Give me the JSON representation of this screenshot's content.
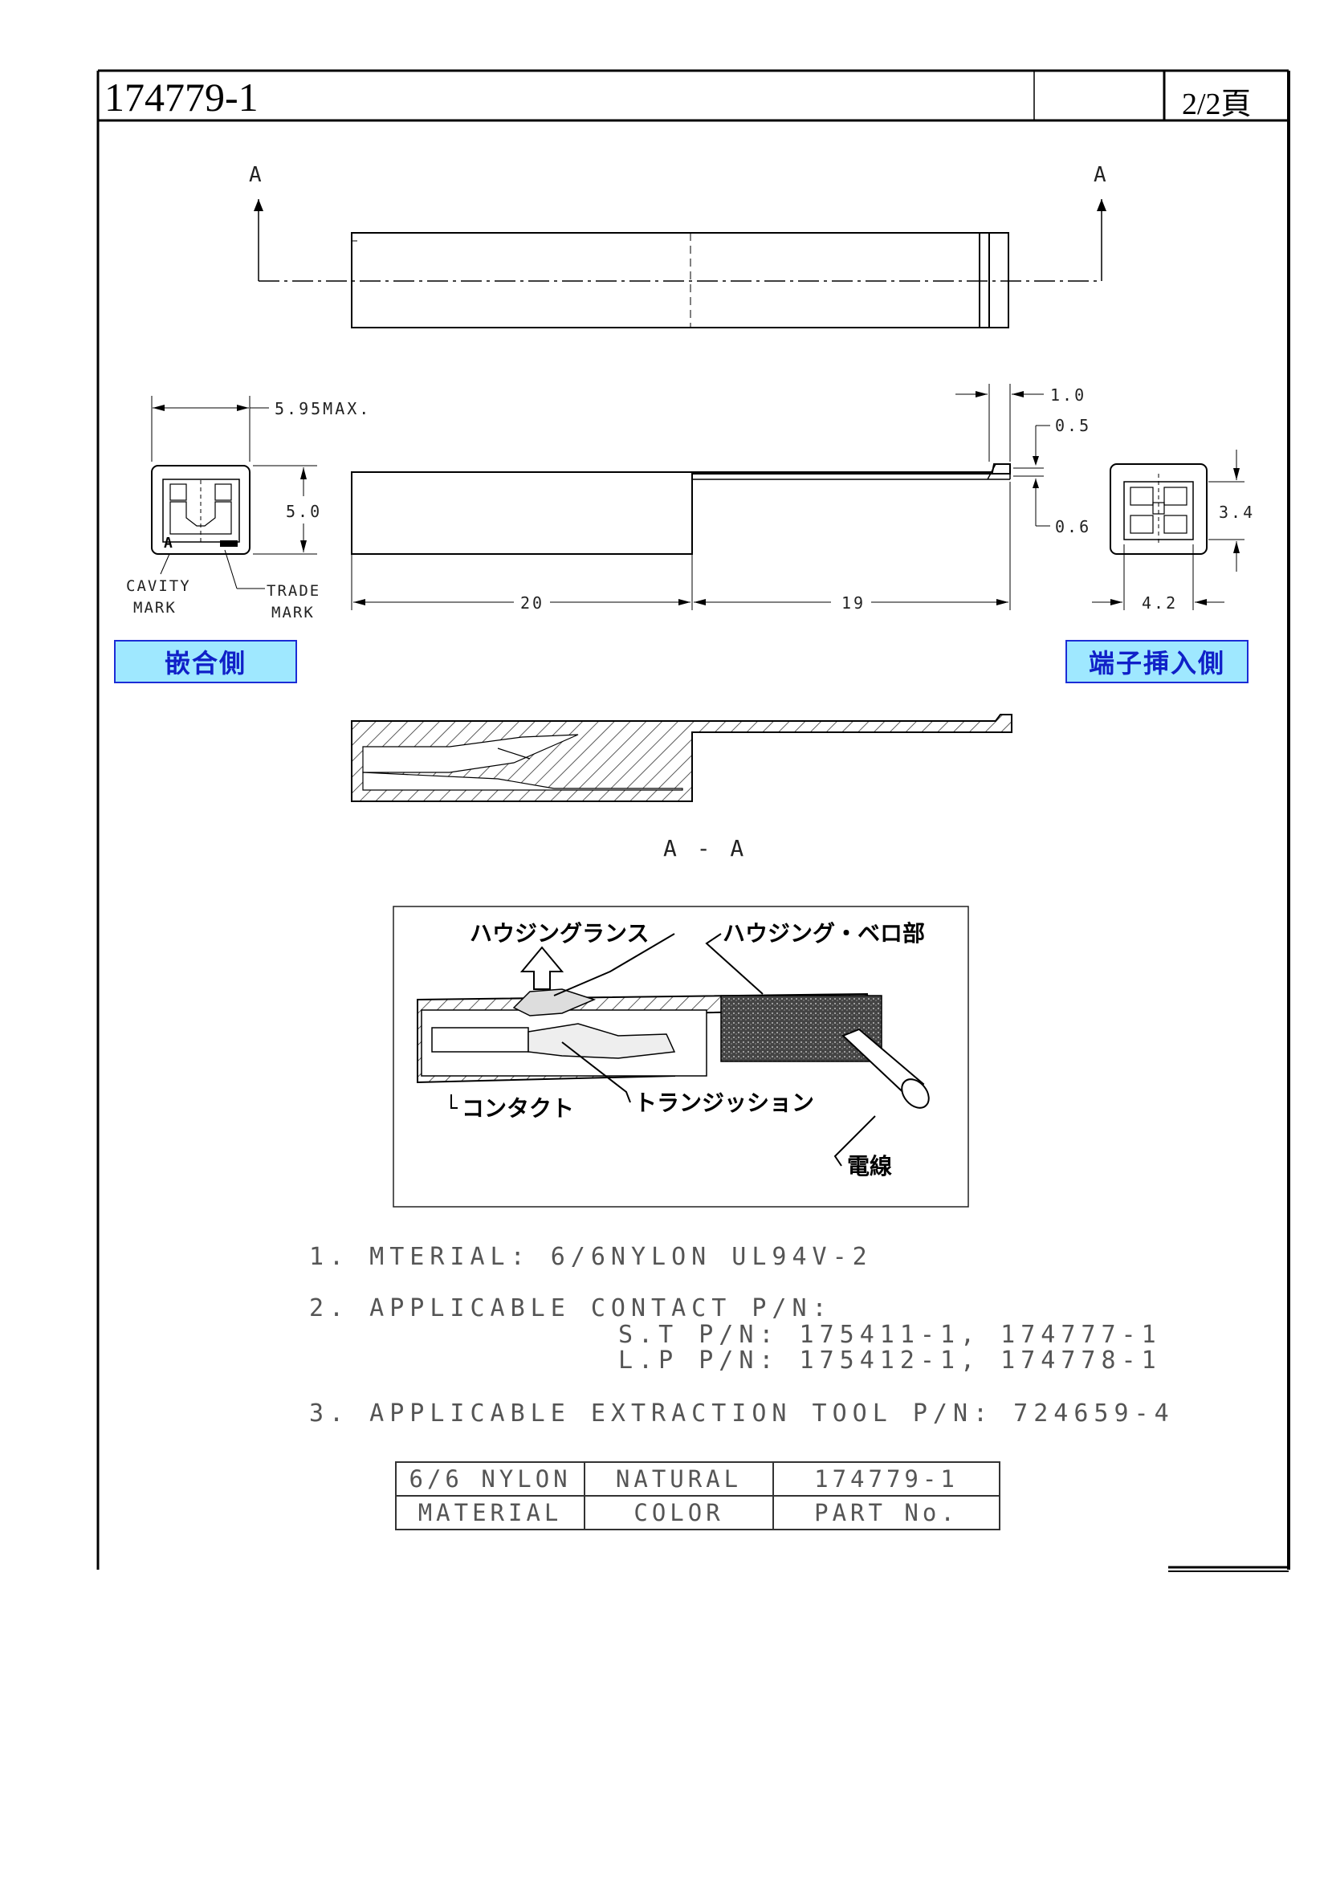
{
  "header": {
    "part_number": "174779-1",
    "page": "2/2頁"
  },
  "drawing": {
    "section_marker": "A",
    "section_label": "A - A",
    "dims": {
      "width_max": "5.95MAX.",
      "height": "5.0",
      "len_a": "20",
      "len_b": "19",
      "d1": "1.0",
      "d2": "0.5",
      "d3": "0.6",
      "d4": "3.4",
      "d5": "4.2"
    },
    "cavity_mark": [
      "CAVITY",
      "MARK"
    ],
    "trade_mark": [
      "TRADE",
      "MARK"
    ],
    "cavity_letter": "A",
    "side_mating": "嵌合側",
    "side_insert": "端子挿入側"
  },
  "cross_section": {
    "housing_lance": "ハウジングランス",
    "housing_bero": "ハウジング・ベロ部",
    "contact": "コンタクト",
    "transition": "トランジッション",
    "wire": "電線"
  },
  "notes": {
    "n1": "1. MTERIAL: 6/6NYLON UL94V-2",
    "n2": "2. APPLICABLE CONTACT P/N:",
    "n2a": "S.T P/N: 175411-1, 174777-1",
    "n2b": "L.P P/N: 175412-1, 174778-1",
    "n3": "3. APPLICABLE EXTRACTION TOOL P/N: 724659-4"
  },
  "spec_table": {
    "values": [
      "6/6 NYLON",
      "NATURAL",
      "174779-1"
    ],
    "headers": [
      "MATERIAL",
      "COLOR",
      "PART No."
    ]
  }
}
